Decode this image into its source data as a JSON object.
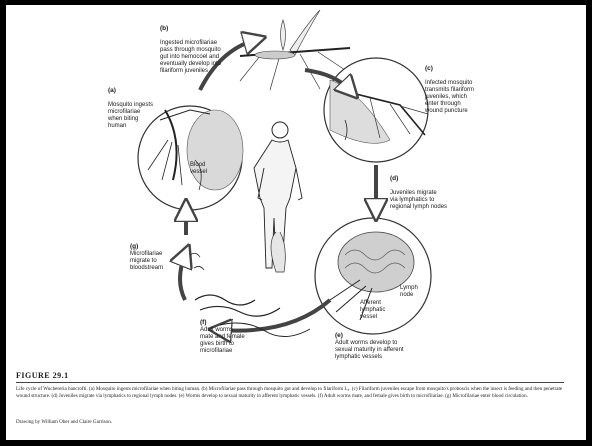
{
  "figure": {
    "title": "FIGURE 29.1",
    "caption": "Life cycle of Wuchereria bancrofti. (a) Mosquito ingests microfilariae when biting human. (b) Microfilariae pass through mosquito gut and develop to filariform L₃. (c) Filariform juveniles escape from mosquito's proboscis when the insect is feeding and then penetrate wound structure. (d) Juveniles migrate via lymphatics to regional lymph nodes. (e) Worms develop to sexual maturity in afferent lymphatic vessels. (f) Adult worms mate, and female gives birth to microfilariae. (g) Microfilariae enter blood circulation.",
    "credit": "Drawing by William Ober and Claire Garrison."
  },
  "stages": {
    "a": {
      "letter": "(a)",
      "text": "Mosquito ingests\nmicrofilariae\nwhen biting\nhuman"
    },
    "b": {
      "letter": "(b)",
      "text": "Ingested microfilariae\npass through mosquito\ngut into hemocoel and\neventually develop into\nfilariform juveniles"
    },
    "c": {
      "letter": "(c)",
      "text": "Infected mosquito\ntransmits filariform\njuveniles, which\nenter through\nwound puncture"
    },
    "d": {
      "letter": "(d)",
      "text": "Juveniles migrate\nvia lymphatics to\nregional lymph nodes"
    },
    "e": {
      "letter": "(e)",
      "text": "Adult worms develop to\nsexual maturity in afferent\nlymphatic vessels"
    },
    "f": {
      "letter": "(f)",
      "text": "Adult worms\nmate and female\ngives birth to\nmicrofilariae"
    },
    "g": {
      "letter": "(g)",
      "text": "Microfilariae\nmigrate to\nbloodstream"
    }
  },
  "inset_labels": {
    "blood_vessel": "Blood\nvessel",
    "lymph_node": "Lymph\nnode",
    "afferent_vessel": "Afferent\nlymphatic\nvessel"
  },
  "colors": {
    "frame": "#000000",
    "page": "#ffffff",
    "ink": "#1a1a1a"
  }
}
